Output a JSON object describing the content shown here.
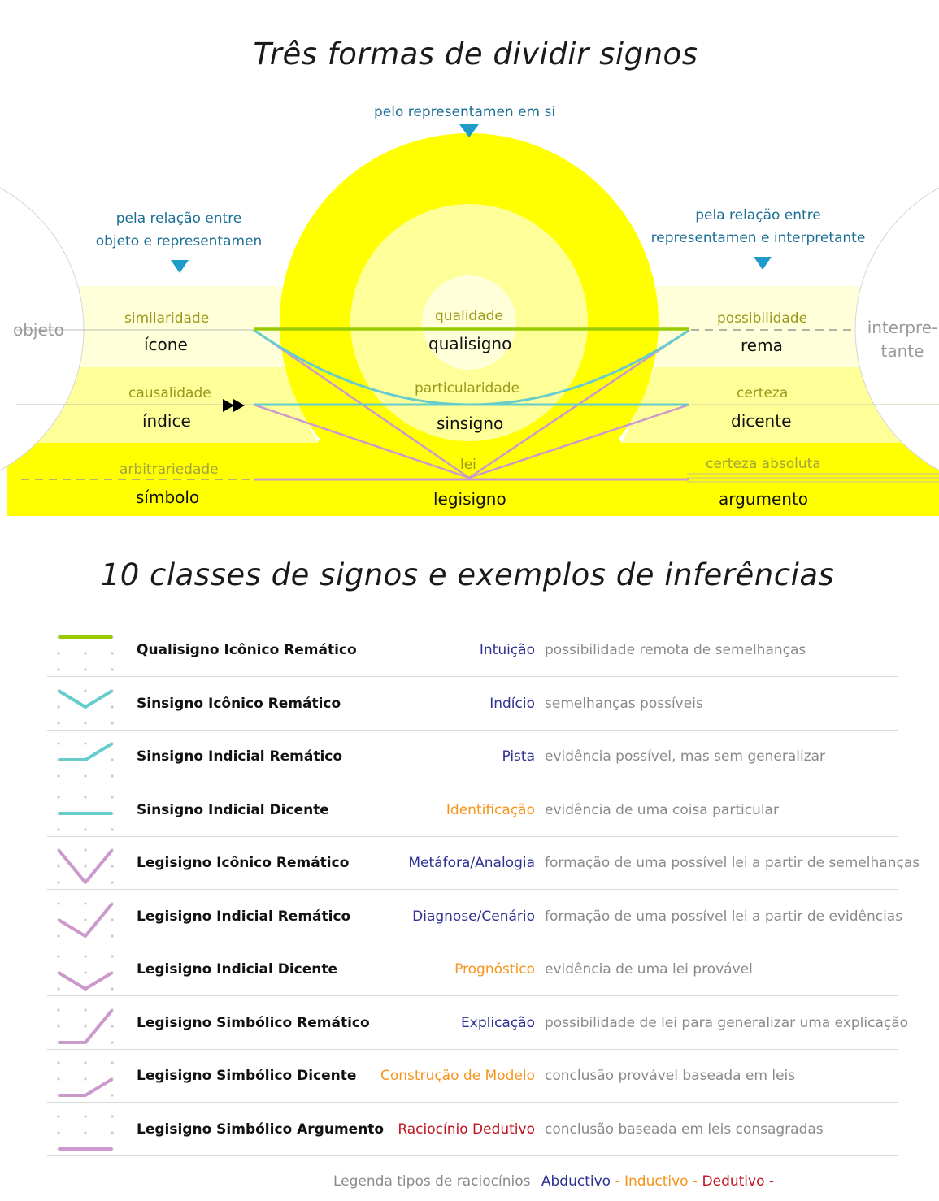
{
  "diagram": {
    "title": "Três formas de dividir signos",
    "top_label": "pelo representamen em si",
    "left_label": "pela relação entre\nobjeto e representamen",
    "right_label": "pela relação entre\nrepresentamen e interpretante",
    "object_label": "objeto",
    "interpretant_label": "interpre-\ntante",
    "rows": [
      {
        "left_quality": "similaridade",
        "left_sign": "ícone",
        "center_quality": "qualidade",
        "center_sign": "qualisigno",
        "right_quality": "possibilidade",
        "right_sign": "rema"
      },
      {
        "left_quality": "causalidade",
        "left_sign": "índice",
        "center_quality": "particularidade",
        "center_sign": "sinsigno",
        "right_quality": "certeza",
        "right_sign": "dicente"
      },
      {
        "left_quality": "arbitrariedade",
        "left_sign": "símbolo",
        "center_quality": "lei",
        "center_sign": "legisigno",
        "right_quality": "certeza absoluta",
        "right_sign": "argumento"
      }
    ],
    "colors": {
      "yellow": "#ffff00",
      "light_yellow": "#ffff99",
      "pale_yellow": "#ffffd9",
      "green": "#99cc00",
      "teal": "#66cccc",
      "purple": "#cc99cc",
      "label_blue": "#1b6f96"
    }
  },
  "classes": {
    "title": "10 classes de signos e exemplos de inferências",
    "items": [
      {
        "icon": "qualisigno-iconico-rematico-icon",
        "name": "Qualisigno Icônico Remático",
        "inference": "Intuição",
        "type": "abductive",
        "description": "possibilidade remota de semelhanças"
      },
      {
        "icon": "sinsigno-iconico-rematico-icon",
        "name": "Sinsigno Icônico Remático",
        "inference": "Indício",
        "type": "abductive",
        "description": "semelhanças possíveis"
      },
      {
        "icon": "sinsigno-indicial-rematico-icon",
        "name": "Sinsigno Indicial Remático",
        "inference": "Pista",
        "type": "abductive",
        "description": "evidência possível, mas sem generalizar"
      },
      {
        "icon": "sinsigno-indicial-dicente-icon",
        "name": "Sinsigno Indicial Dicente",
        "inference": "Identificação",
        "type": "inductive",
        "description": "evidência de uma coisa particular"
      },
      {
        "icon": "legisigno-iconico-rematico-icon",
        "name": "Legisigno Icônico Remático",
        "inference": "Metáfora/Analogia",
        "type": "abductive",
        "description": "formação de uma possível lei a partir de semelhanças"
      },
      {
        "icon": "legisigno-indicial-rematico-icon",
        "name": "Legisigno Indicial Remático",
        "inference": "Diagnose/Cenário",
        "type": "abductive",
        "description": "formação de uma possível lei a partir de evidências"
      },
      {
        "icon": "legisigno-indicial-dicente-icon",
        "name": "Legisigno Indicial Dicente",
        "inference": "Prognóstico",
        "type": "inductive",
        "description": "evidência de uma lei provável"
      },
      {
        "icon": "legisigno-simbolico-rematico-icon",
        "name": "Legisigno Simbólico Remático",
        "inference": "Explicação",
        "type": "abductive",
        "description": "possibilidade de lei para generalizar uma explicação"
      },
      {
        "icon": "legisigno-simbolico-dicente-icon",
        "name": "Legisigno Simbólico Dicente",
        "inference": "Construção de Modelo",
        "type": "inductive",
        "description": "conclusão provável baseada em leis"
      },
      {
        "icon": "legisigno-simbolico-argumento-icon",
        "name": "Legisigno Simbólico Argumento",
        "inference": "Raciocínio Dedutivo",
        "type": "deductive",
        "description": "conclusão baseada em leis consagradas"
      }
    ],
    "type_colors": {
      "abductive": "#2e3192",
      "inductive": "#f7941d",
      "deductive": "#c1121f"
    }
  },
  "legend": {
    "label": "Legenda tipos de raciocínios",
    "abductive": "Abductivo",
    "inductive": "Inductivo",
    "deductive": "Dedutivo",
    "separator": "-"
  }
}
